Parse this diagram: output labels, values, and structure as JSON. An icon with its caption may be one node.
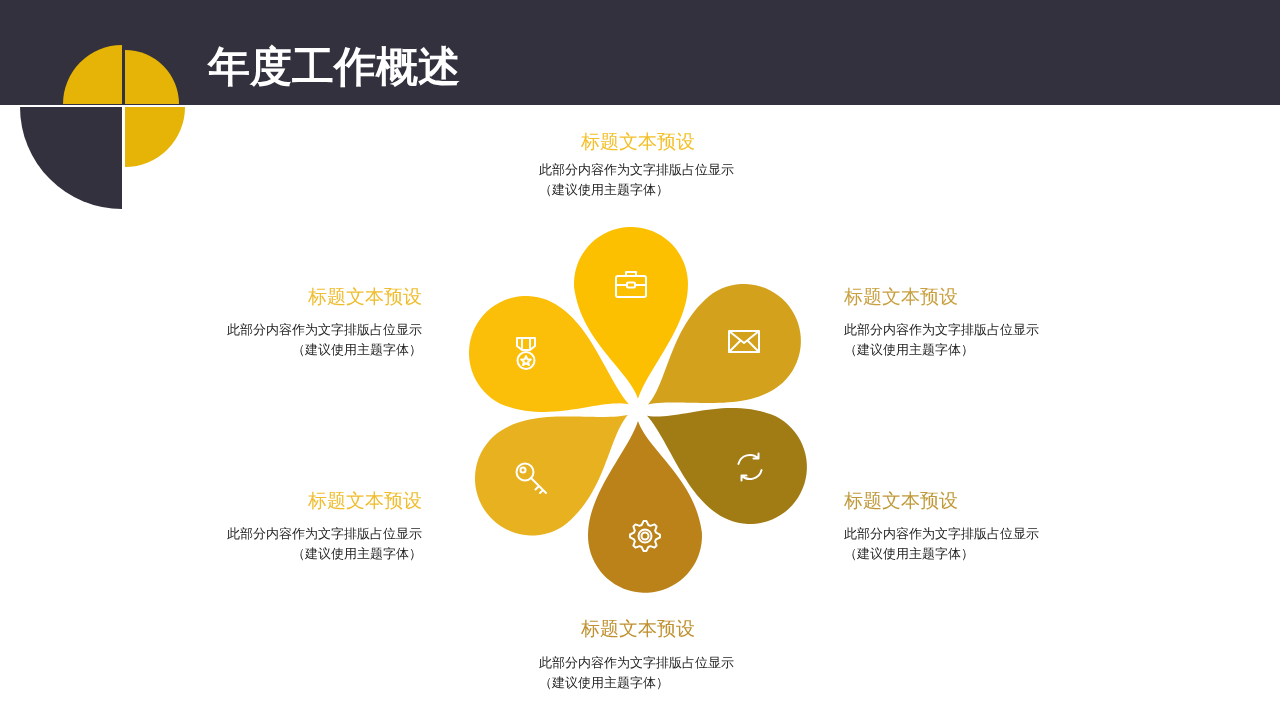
{
  "diagram": {
    "title": "年度工作概述",
    "nodes": [
      {
        "text": [],
        "shape": "petal",
        "beside": [
          "标题文本预设",
          "此部分内容作为文字排版占位显示（建议使用主题字体）"
        ]
      },
      {
        "text": [],
        "shape": "petal",
        "beside": [
          "标题文本预设",
          "此部分内容作为文字排版占位显示（建议使用主题字体）"
        ]
      },
      {
        "text": [],
        "shape": "petal",
        "beside": [
          "标题文本预设",
          "此部分内容作为文字排版占位显示（建议使用主题字体）"
        ]
      },
      {
        "text": [],
        "shape": "petal",
        "beside": [
          "标题文本预设",
          "此部分内容作为文字排版占位显示（建议使用主题字体）"
        ]
      },
      {
        "text": [],
        "shape": "petal",
        "beside": [
          "标题文本预设",
          "此部分内容作为文字排版占位显示（建议使用主题字体）"
        ]
      },
      {
        "text": [],
        "shape": "petal",
        "beside": [
          "标题文本预设",
          "此部分内容作为文字排版占位显示（建议使用主题字体）"
        ]
      }
    ]
  }
}
